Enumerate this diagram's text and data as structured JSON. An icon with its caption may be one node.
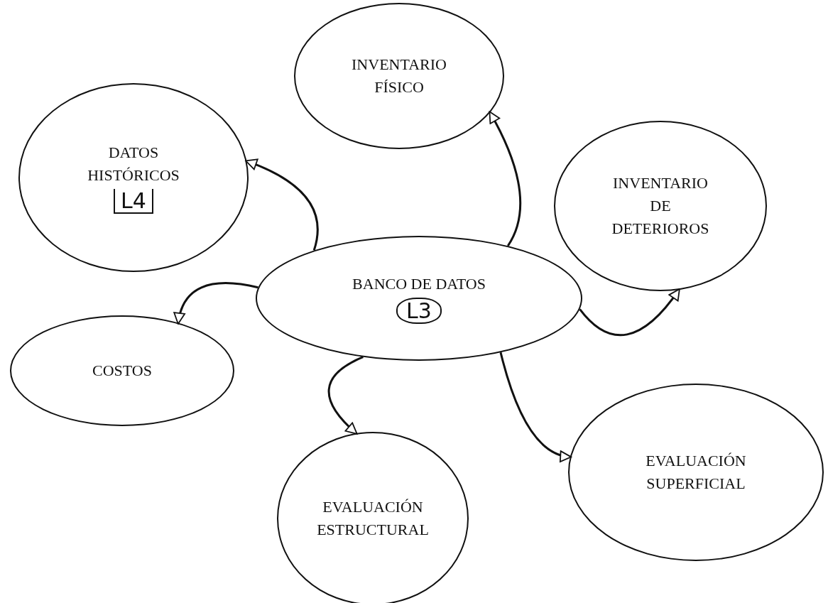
{
  "diagram": {
    "nodes": [
      {
        "text": [
          "INVENTARIO FÍSICO"
        ]
      },
      {
        "text": [
          "DATOS HISTÓRICOS",
          "L4"
        ]
      },
      {
        "text": [
          "INVENTARIO DE DETERIOROS"
        ]
      },
      {
        "text": [
          "BANCO DE DATOS",
          "L3"
        ]
      },
      {
        "text": [
          "COSTOS"
        ]
      },
      {
        "text": [
          "EVALUACIÓN SUPERFICIAL"
        ]
      },
      {
        "text": [
          "EVALUACIÓN ESTRUCTURAL"
        ]
      }
    ],
    "edges": [
      {
        "from": 3,
        "to": 0,
        "arrow": "to"
      },
      {
        "from": 3,
        "to": 1,
        "arrow": "to"
      },
      {
        "from": 3,
        "to": 2,
        "arrow": "to"
      },
      {
        "from": 3,
        "to": 4,
        "arrow": "to"
      },
      {
        "from": 3,
        "to": 5,
        "arrow": "to"
      },
      {
        "from": 3,
        "to": 6,
        "arrow": "to"
      }
    ]
  }
}
